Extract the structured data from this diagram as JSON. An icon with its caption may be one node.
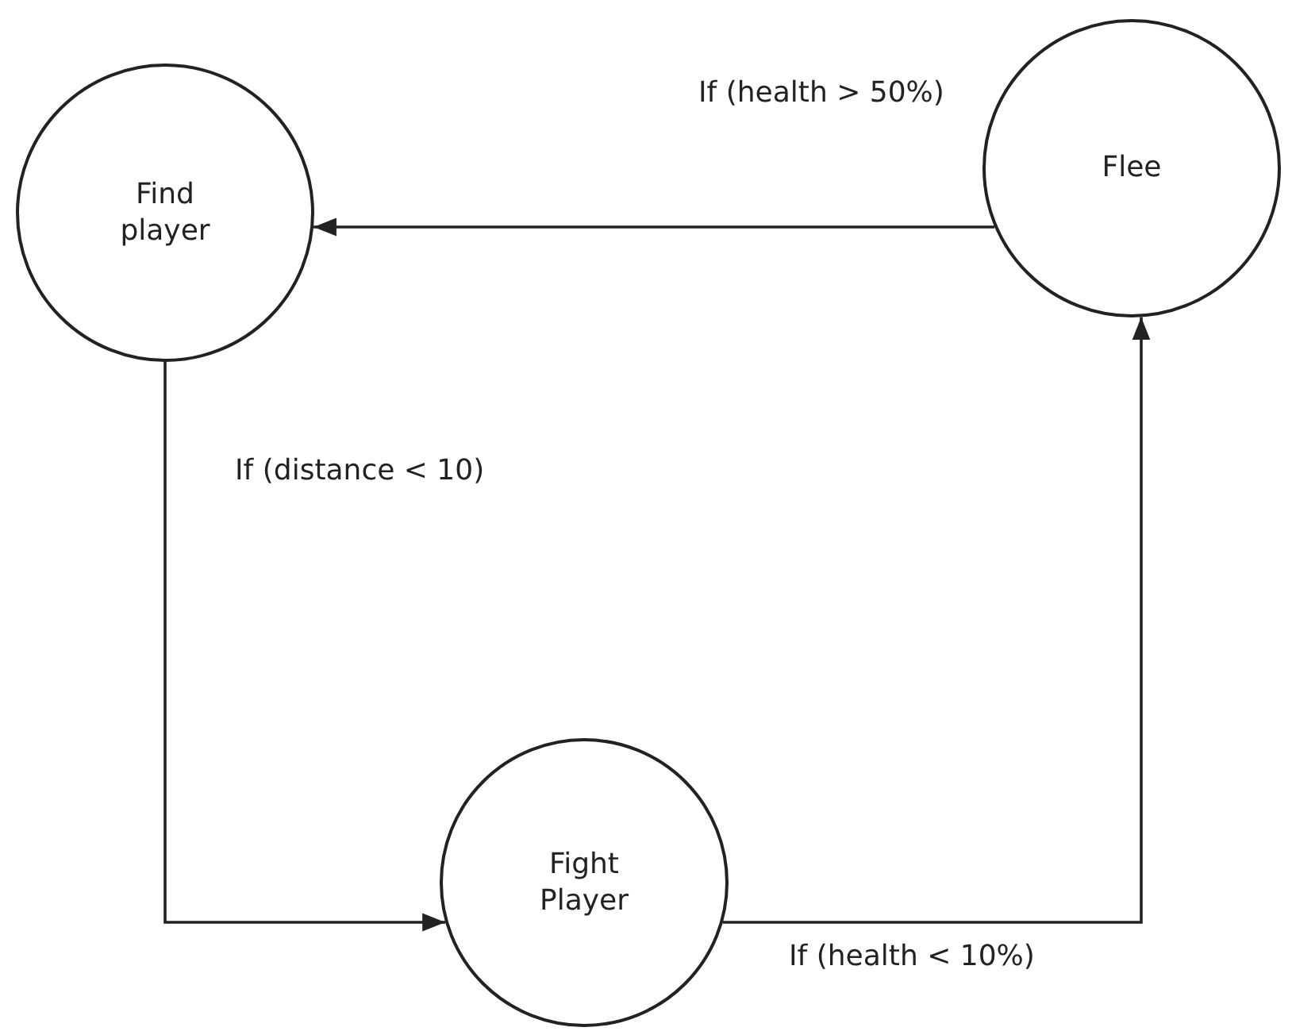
{
  "diagram": {
    "nodes": [
      {
        "text": [
          "Find player"
        ]
      },
      {
        "text": [
          "Flee"
        ]
      },
      {
        "text": [
          "Fight Player"
        ]
      }
    ],
    "edges": [
      {
        "from": 1,
        "to": 0,
        "arrow": "to",
        "label": "If (health > 50%)"
      },
      {
        "from": 0,
        "to": 2,
        "arrow": "to",
        "label": "If (distance < 10)"
      },
      {
        "from": 2,
        "to": 1,
        "arrow": "to",
        "label": "If (health < 10%)"
      }
    ]
  }
}
